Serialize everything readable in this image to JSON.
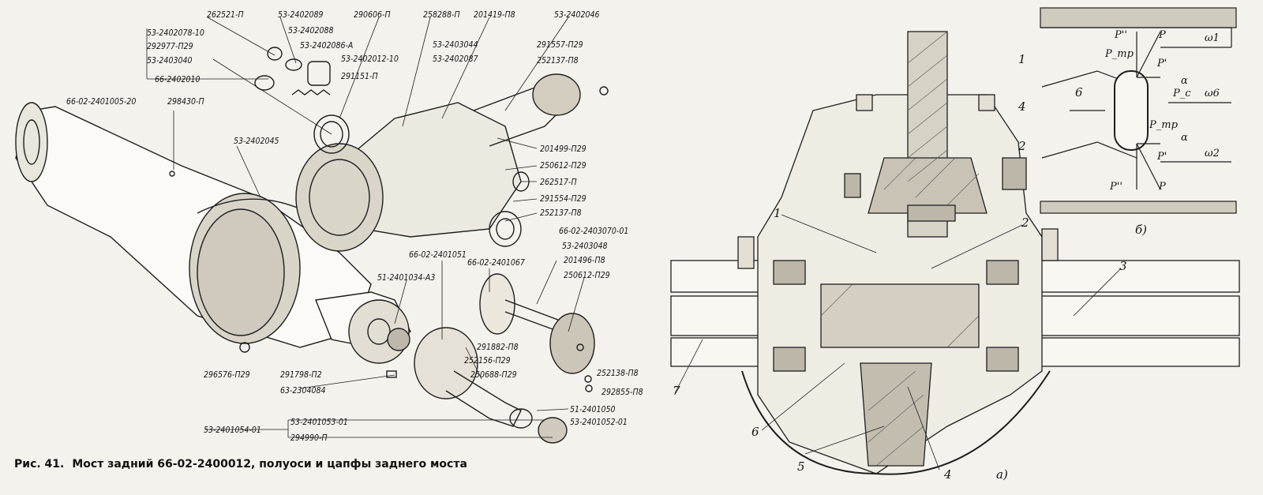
{
  "caption": {
    "fig": "Рис. 41.",
    "text": "Мост задний 66-02-2400012, полуоси и цапфы заднего моста"
  },
  "left_part_labels": [
    "262521-П",
    "53-2402089",
    "290606-П",
    "258288-П",
    "201419-П8",
    "53-2402046",
    "53-2402078-10",
    "53-2402088",
    "53-2402086-А",
    "53-2403044",
    "292977-П29",
    "53-2402012-10",
    "53-2402087",
    "291557-П29",
    "53-2403040",
    "291151-П",
    "252137-П8",
    "66-2402010",
    "66-02-2401005-20",
    "298430-П",
    "53-2402045",
    "201499-П29",
    "250612-П29",
    "262517-П",
    "291554-П29",
    "252137-П8",
    "66-02-2403070-01",
    "53-2403048",
    "66-02-2401051",
    "66-02-2401067",
    "201496-П8",
    "250612-П29",
    "51-2401034-А3",
    "291882-П8",
    "252156-П29",
    "250688-П29",
    "252138-П8",
    "292855-П8",
    "296576-П29",
    "291798-П2",
    "63-2304084",
    "51-2401050",
    "53-2401053-01",
    "53-2401052-01",
    "53-2401054-01",
    "294990-П"
  ],
  "right_diagram": {
    "callouts": [
      "1",
      "2",
      "3",
      "4",
      "5",
      "6",
      "7"
    ],
    "subfig_a": "а)",
    "subfig_b": "б)",
    "forces": [
      "P''",
      "P",
      "P_тр",
      "P'",
      "α",
      "P_c",
      "P_тр",
      "α",
      "P'",
      "P''",
      "P"
    ],
    "omega": [
      "ω1",
      "ω6",
      "ω2"
    ],
    "b_labels": [
      "1",
      "6",
      "4",
      "2"
    ]
  }
}
